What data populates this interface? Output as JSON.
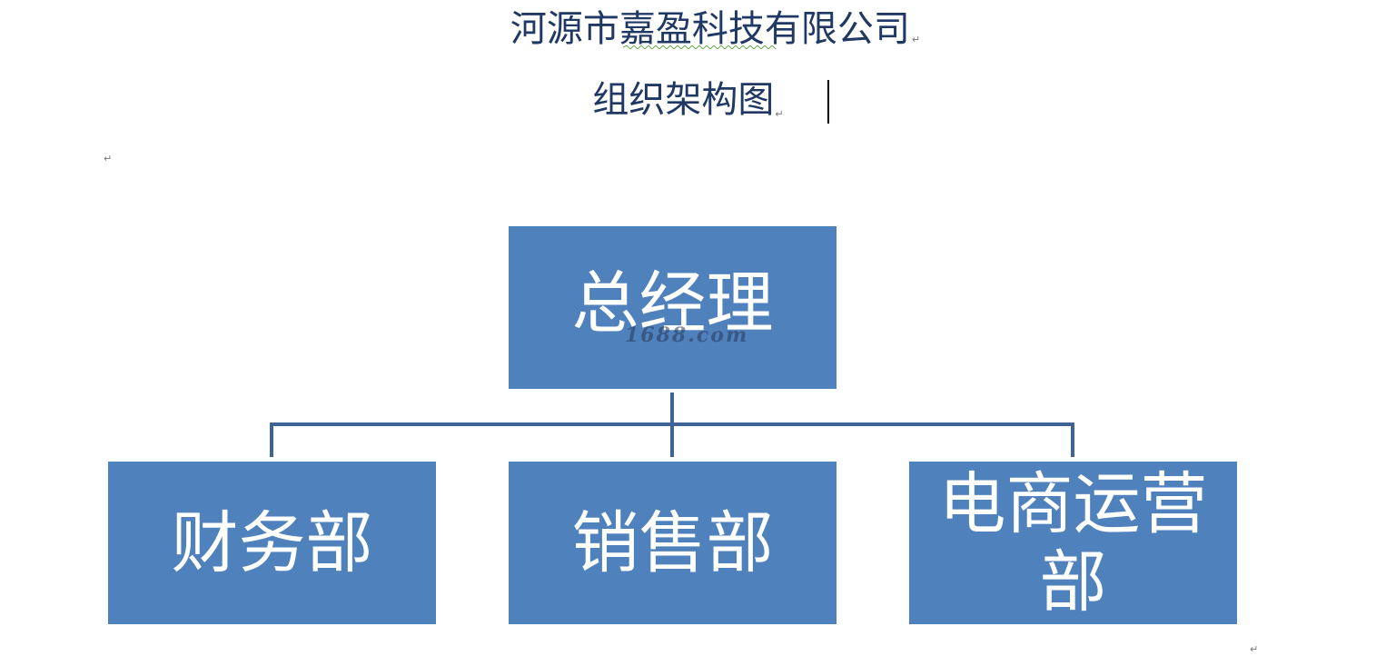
{
  "document": {
    "company_name": "河源市嘉盈科技有限公司",
    "chart_title": "组织架构图",
    "paragraph_mark": "↵"
  },
  "org_chart": {
    "root": {
      "label": "总经理"
    },
    "children": [
      {
        "label": "财务部"
      },
      {
        "label": "销售部"
      },
      {
        "label": "电商运营部"
      }
    ]
  },
  "watermark": {
    "text": "1688.com"
  },
  "colors": {
    "box_fill": "#4f81bd",
    "connector": "#3e6496",
    "title_text": "#1f3864",
    "box_text": "#ffffff"
  }
}
